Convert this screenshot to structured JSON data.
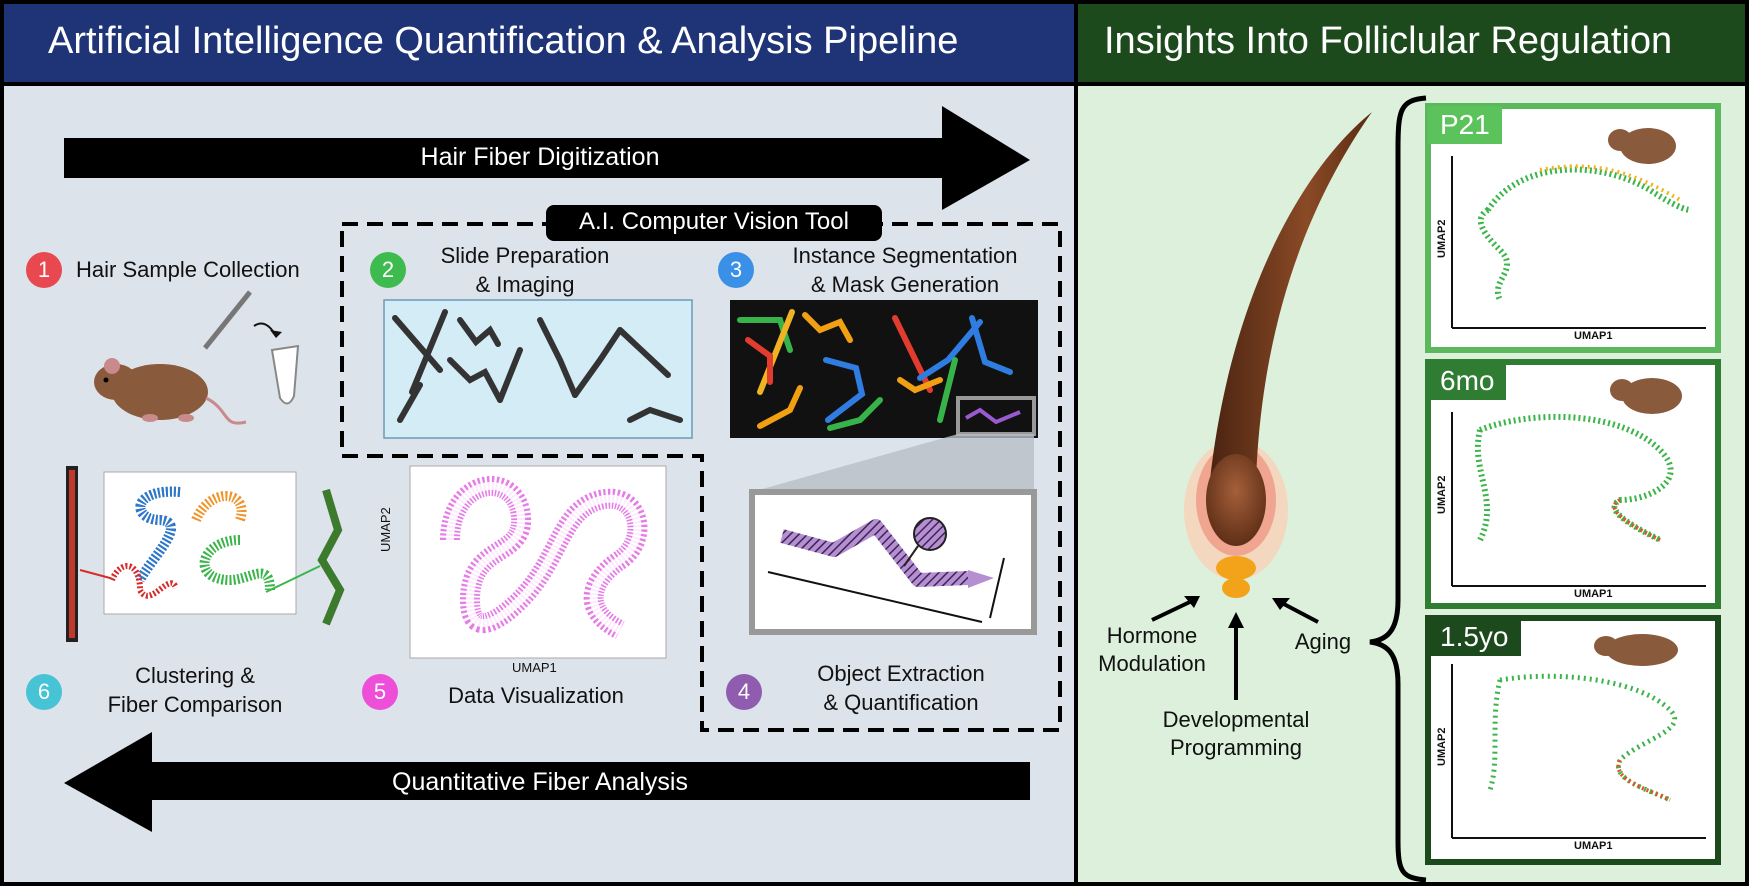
{
  "headers": {
    "left": "Artificial Intelligence Quantification & Analysis Pipeline",
    "right": "Insights Into Folliclular Regulation"
  },
  "arrows": {
    "top": "Hair Fiber Digitization",
    "bottom": "Quantitative Fiber Analysis"
  },
  "cv_tool_label": "A.I. Computer Vision Tool",
  "steps": [
    {
      "num": "1",
      "label": "Hair Sample Collection",
      "color": "#e8484f"
    },
    {
      "num": "2",
      "label": "Slide Preparation\n& Imaging",
      "color": "#3dbb4e"
    },
    {
      "num": "3",
      "label": "Instance Segmentation\n& Mask Generation",
      "color": "#3a8fe6"
    },
    {
      "num": "4",
      "label": "Object Extraction\n& Quantification",
      "color": "#8f5cb0"
    },
    {
      "num": "5",
      "label": "Data Visualization",
      "color": "#ee4fd9"
    },
    {
      "num": "6",
      "label": "Clustering &\nFiber Comparison",
      "color": "#46c4d6"
    }
  ],
  "umap_axes": {
    "x": "UMAP1",
    "y": "UMAP2"
  },
  "follicle_factors": {
    "hormone": "Hormone\nModulation",
    "developmental": "Developmental\nProgramming",
    "aging": "Aging"
  },
  "age_panels": [
    {
      "age": "P21"
    },
    {
      "age": "6mo"
    },
    {
      "age": "1.5yo"
    }
  ],
  "colors": {
    "left_header": "#1f3377",
    "right_header": "#1c4a1c",
    "left_panel": "#dde3ea",
    "right_panel": "#dcf0dc",
    "panel_border": "#5cb85c",
    "age_tag": "#2f7d32",
    "age_tag_p21": "#5cc35c"
  }
}
